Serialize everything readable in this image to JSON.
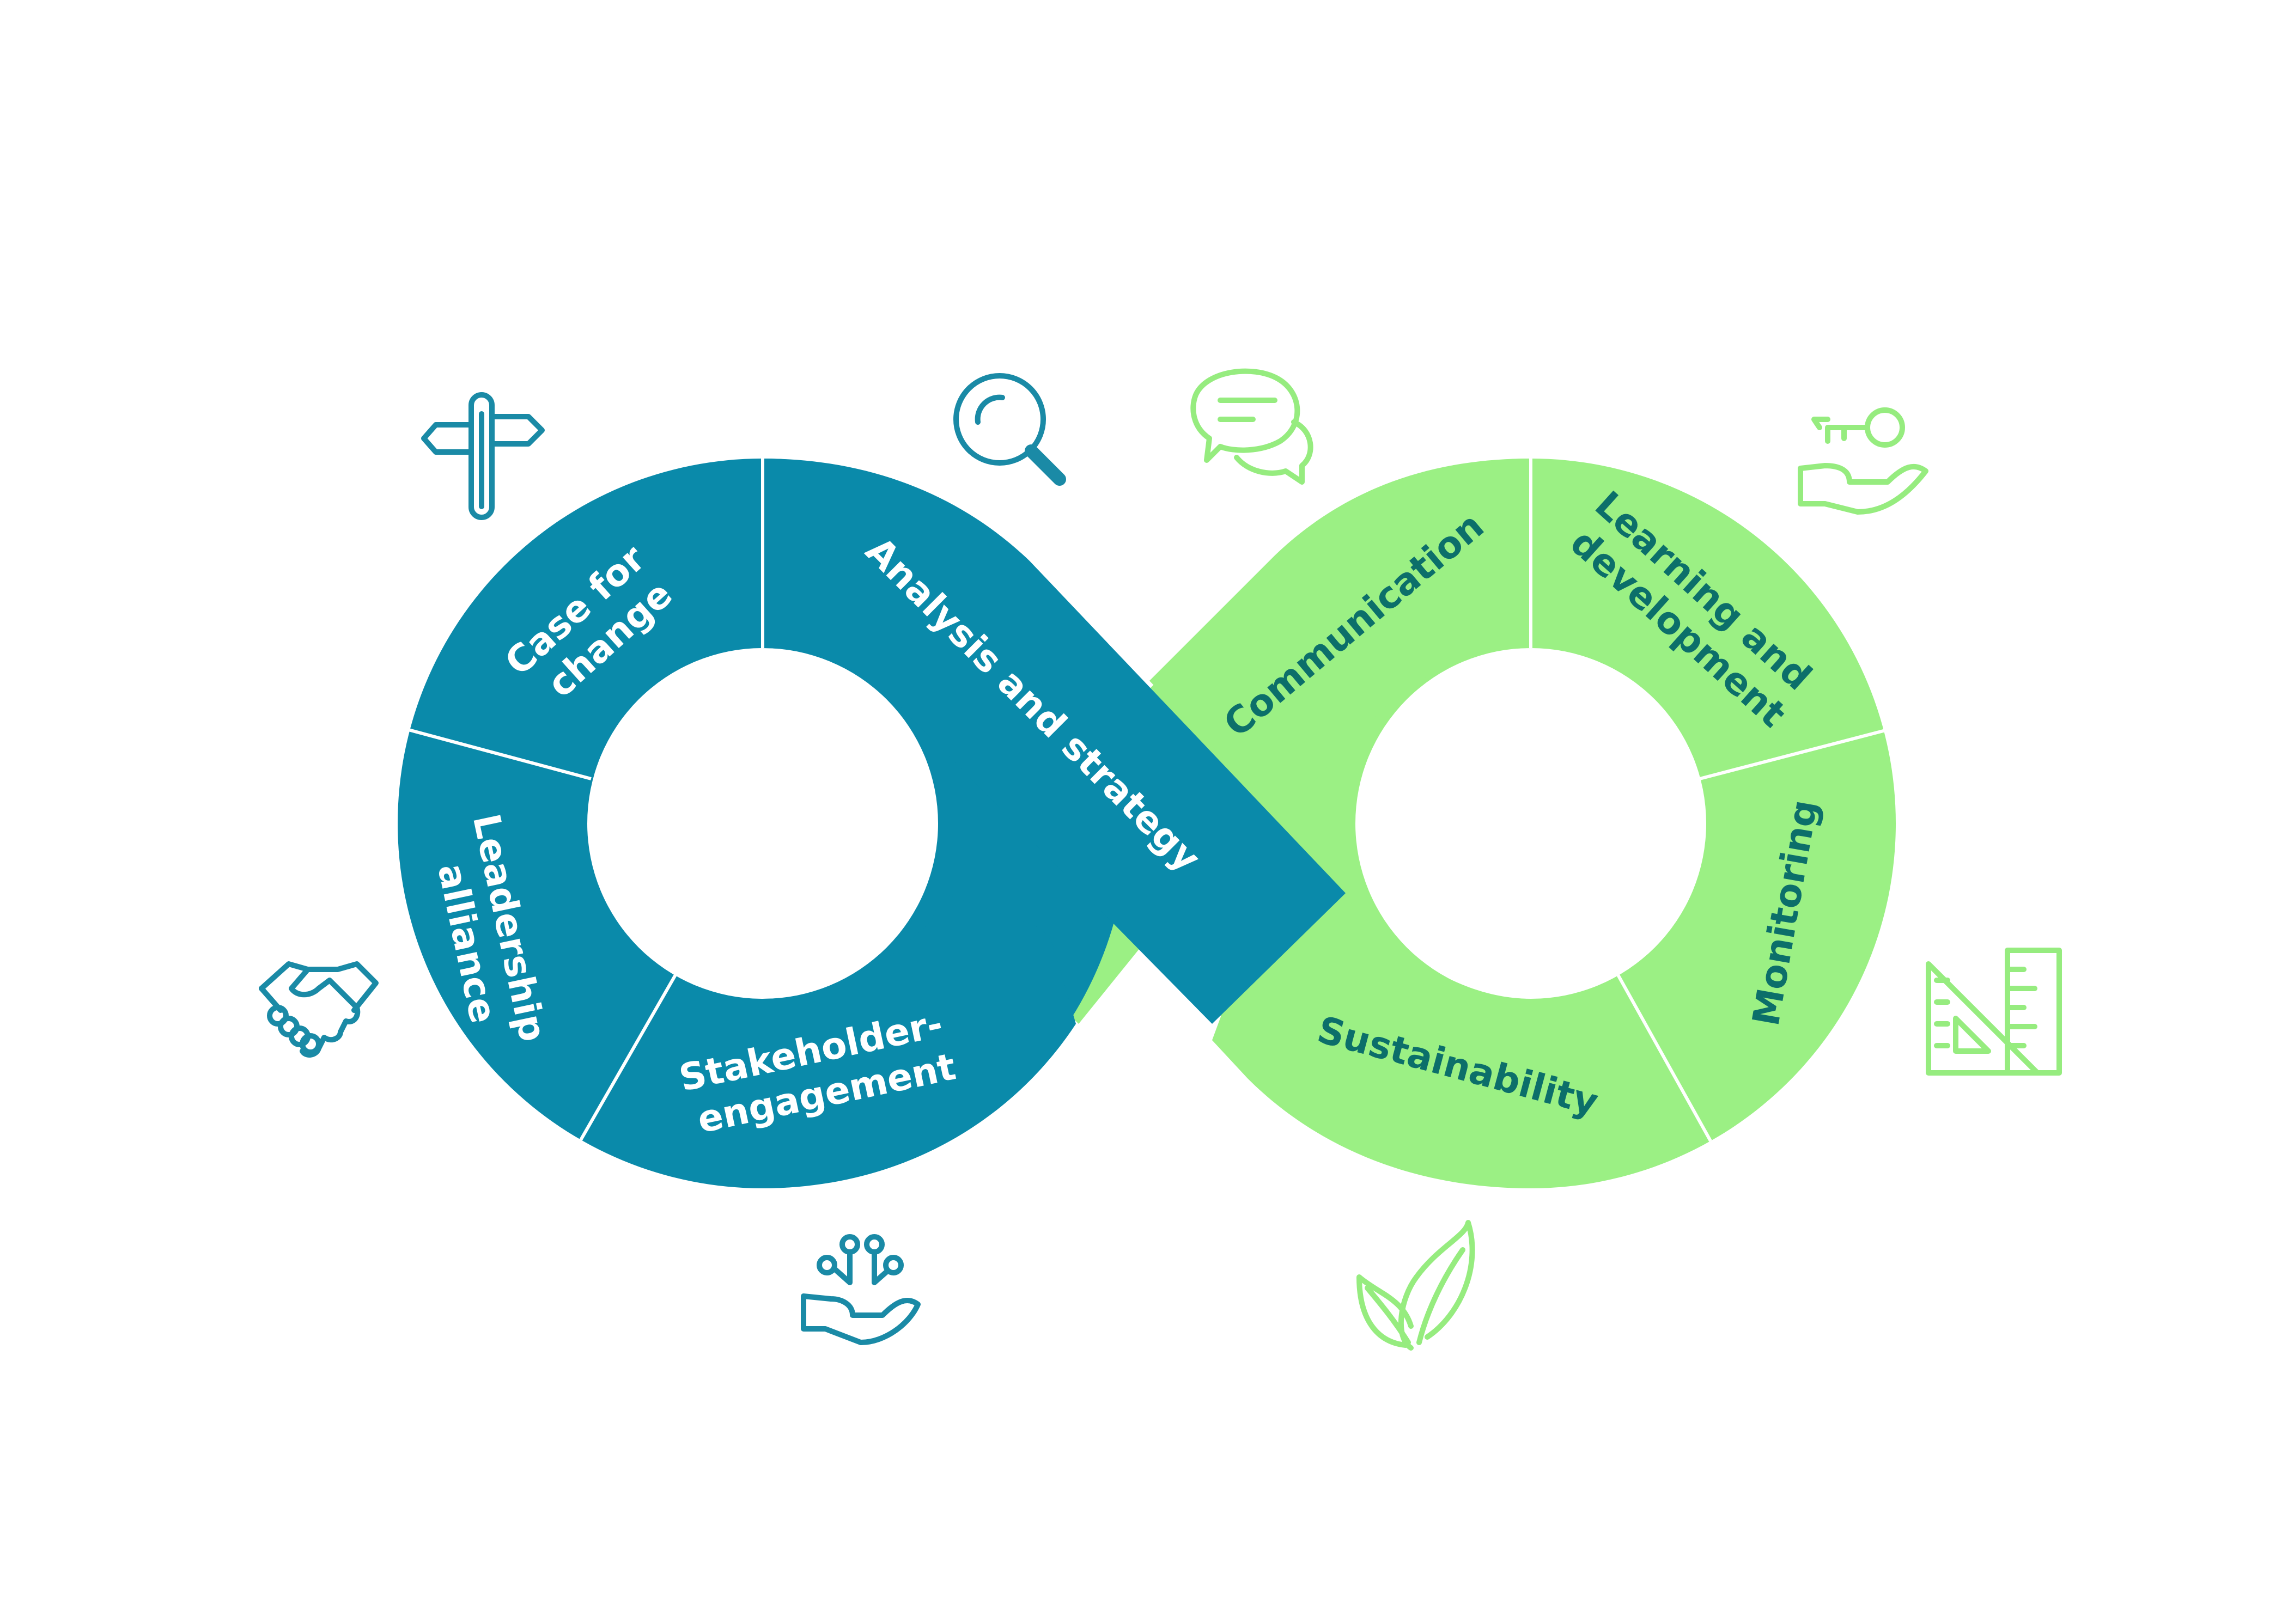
{
  "colors": {
    "blue": "#0a8aaa",
    "green": "#9bf084",
    "label_on_blue": "#ffffff",
    "label_on_green": "#0c6f6a",
    "divider": "#ffffff",
    "icon_blue": "#1a8aa6",
    "icon_green": "#96ec7f"
  },
  "segments": {
    "case_for_change": {
      "lines": [
        "Case for",
        "change"
      ]
    },
    "analysis_and_strategy": {
      "lines": [
        "Analysis and strategy"
      ]
    },
    "leadership_alliance": {
      "lines": [
        "Leadership",
        "alliance"
      ]
    },
    "stakeholder_engagement": {
      "lines": [
        "Stakeholder-",
        "engagement"
      ]
    },
    "communication": {
      "lines": [
        "Communication"
      ]
    },
    "learning_and_development": {
      "lines": [
        "Learning and",
        "development"
      ]
    },
    "monitoring": {
      "lines": [
        "Monitoring"
      ]
    },
    "sustainability": {
      "lines": [
        "Sustainability"
      ]
    }
  },
  "icons": [
    "signpost-icon",
    "magnifier-icon",
    "chat-bubbles-icon",
    "key-hand-icon",
    "handshake-icon",
    "triangle-ruler-icon",
    "network-hand-icon",
    "leaf-icon"
  ]
}
